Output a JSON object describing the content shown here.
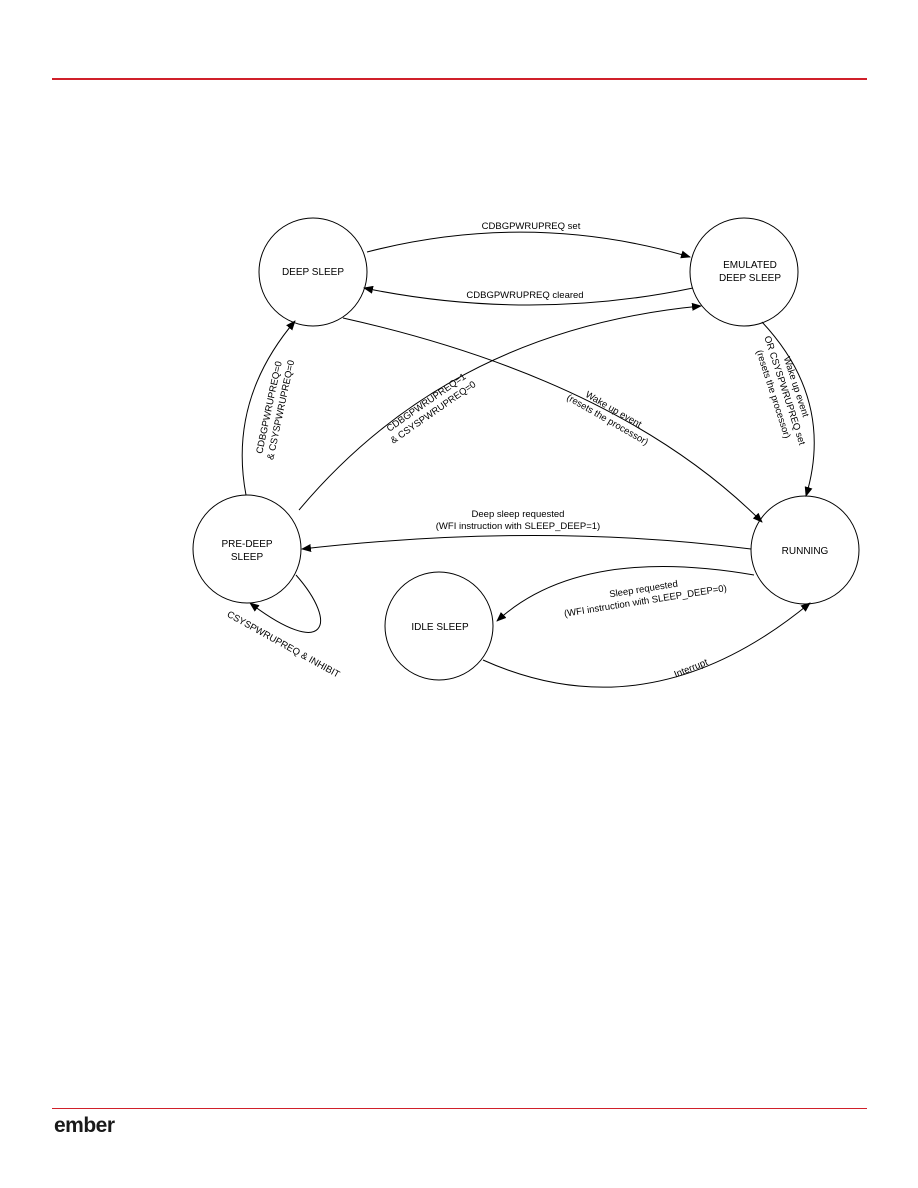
{
  "logo": {
    "text": "ember"
  },
  "colors": {
    "rule": "#d0202a",
    "stroke": "#000000",
    "background": "#ffffff"
  },
  "states": {
    "deep_sleep": {
      "label": "DEEP SLEEP"
    },
    "emulated": {
      "line1": "EMULATED",
      "line2": "DEEP SLEEP"
    },
    "pre_deep": {
      "line1": "PRE-DEEP",
      "line2": "SLEEP"
    },
    "running": {
      "label": "RUNNING"
    },
    "idle": {
      "label": "IDLE SLEEP"
    }
  },
  "transitions": {
    "deep_to_emulated": {
      "label": "CDBGPWRUPREQ set"
    },
    "emulated_to_deep": {
      "label": "CDBGPWRUPREQ cleared"
    },
    "deep_to_running": {
      "line1": "Wake up event",
      "line2": "(resets the processor)"
    },
    "emulated_to_running": {
      "line1": "Wake up event",
      "line2": "OR CSYSPWRUPREQ set",
      "line3": "(resets the processor)"
    },
    "pre_to_emulated": {
      "line1": "CDBGPWRUPREQ=1",
      "line2": "& CSYSPWRUPREQ=0"
    },
    "pre_to_deep": {
      "line1": "CDBGPWRUPREQ=0",
      "line2": "& CSYSPWRUPREQ=0"
    },
    "running_to_pre": {
      "line1": "Deep sleep requested",
      "line2": "(WFI instruction with SLEEP_DEEP=1)"
    },
    "running_to_idle": {
      "line1": "Sleep requested",
      "line2": "(WFI instruction with SLEEP_DEEP=0)"
    },
    "idle_to_running": {
      "label": "Interrupt"
    },
    "pre_self_loop": {
      "label": "CSYSPWRUPREQ & INHIBIT"
    }
  }
}
